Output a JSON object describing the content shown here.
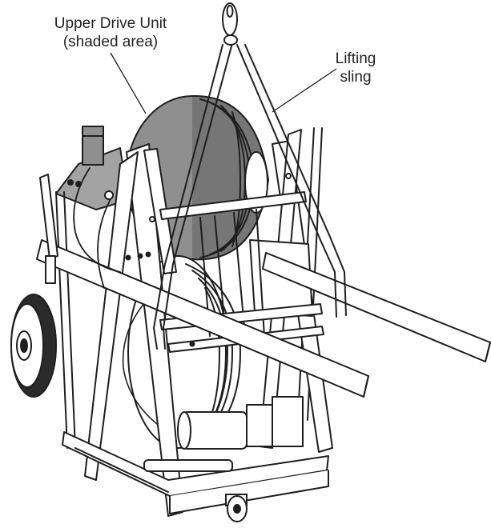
{
  "labels": {
    "upper_drive_unit": {
      "line1": "Upper Drive Unit",
      "line2": "(shaded area)"
    },
    "lifting_sling": {
      "line1": "Lifting",
      "line2": "sling"
    }
  },
  "colors": {
    "ink": "#1e1e1e",
    "drum_shade": "#8f8f8f",
    "drum_shade_dark": "#767676",
    "plate_shade": "#a3a3a3",
    "paper": "#ffffff"
  },
  "icons": [
    "lifting-hook-icon",
    "wheel-icon",
    "caster-wheel-icon"
  ]
}
